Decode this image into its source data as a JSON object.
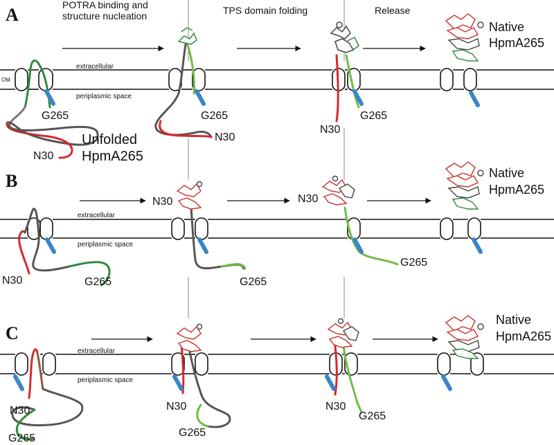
{
  "steps": {
    "s1_line1": "POTRA binding and",
    "s1_line2": "structure nucleation",
    "s2": "TPS domain folding",
    "s3": "Release"
  },
  "panels": [
    {
      "letter": "A",
      "extracellular": "extracellular",
      "periplasmic": "periplasmic space",
      "om": "OM",
      "unfolded_line1": "Unfolded",
      "unfolded_line2": "HpmA265",
      "native_line1": "Native",
      "native_line2": "HpmA265",
      "g265": "G265",
      "n30": "N30"
    },
    {
      "letter": "B",
      "extracellular": "extracellular",
      "periplasmic": "periplasmic space",
      "native_line1": "Native",
      "native_line2": "HpmA265",
      "g265": "G265",
      "n30": "N30"
    },
    {
      "letter": "C",
      "extracellular": "extracellular",
      "periplasmic": "periplasmic space",
      "native_line1": "Native",
      "native_line2": "HpmA265",
      "g265": "G265",
      "n30": "N30"
    }
  ],
  "colors": {
    "red": "#d8282a",
    "dark_green": "#2f8a3c",
    "light_green": "#6dbd45",
    "gray": "#555555",
    "blue": "#3b86c8",
    "sheet_red": "#c9302c",
    "sheet_dark": "#444444"
  }
}
